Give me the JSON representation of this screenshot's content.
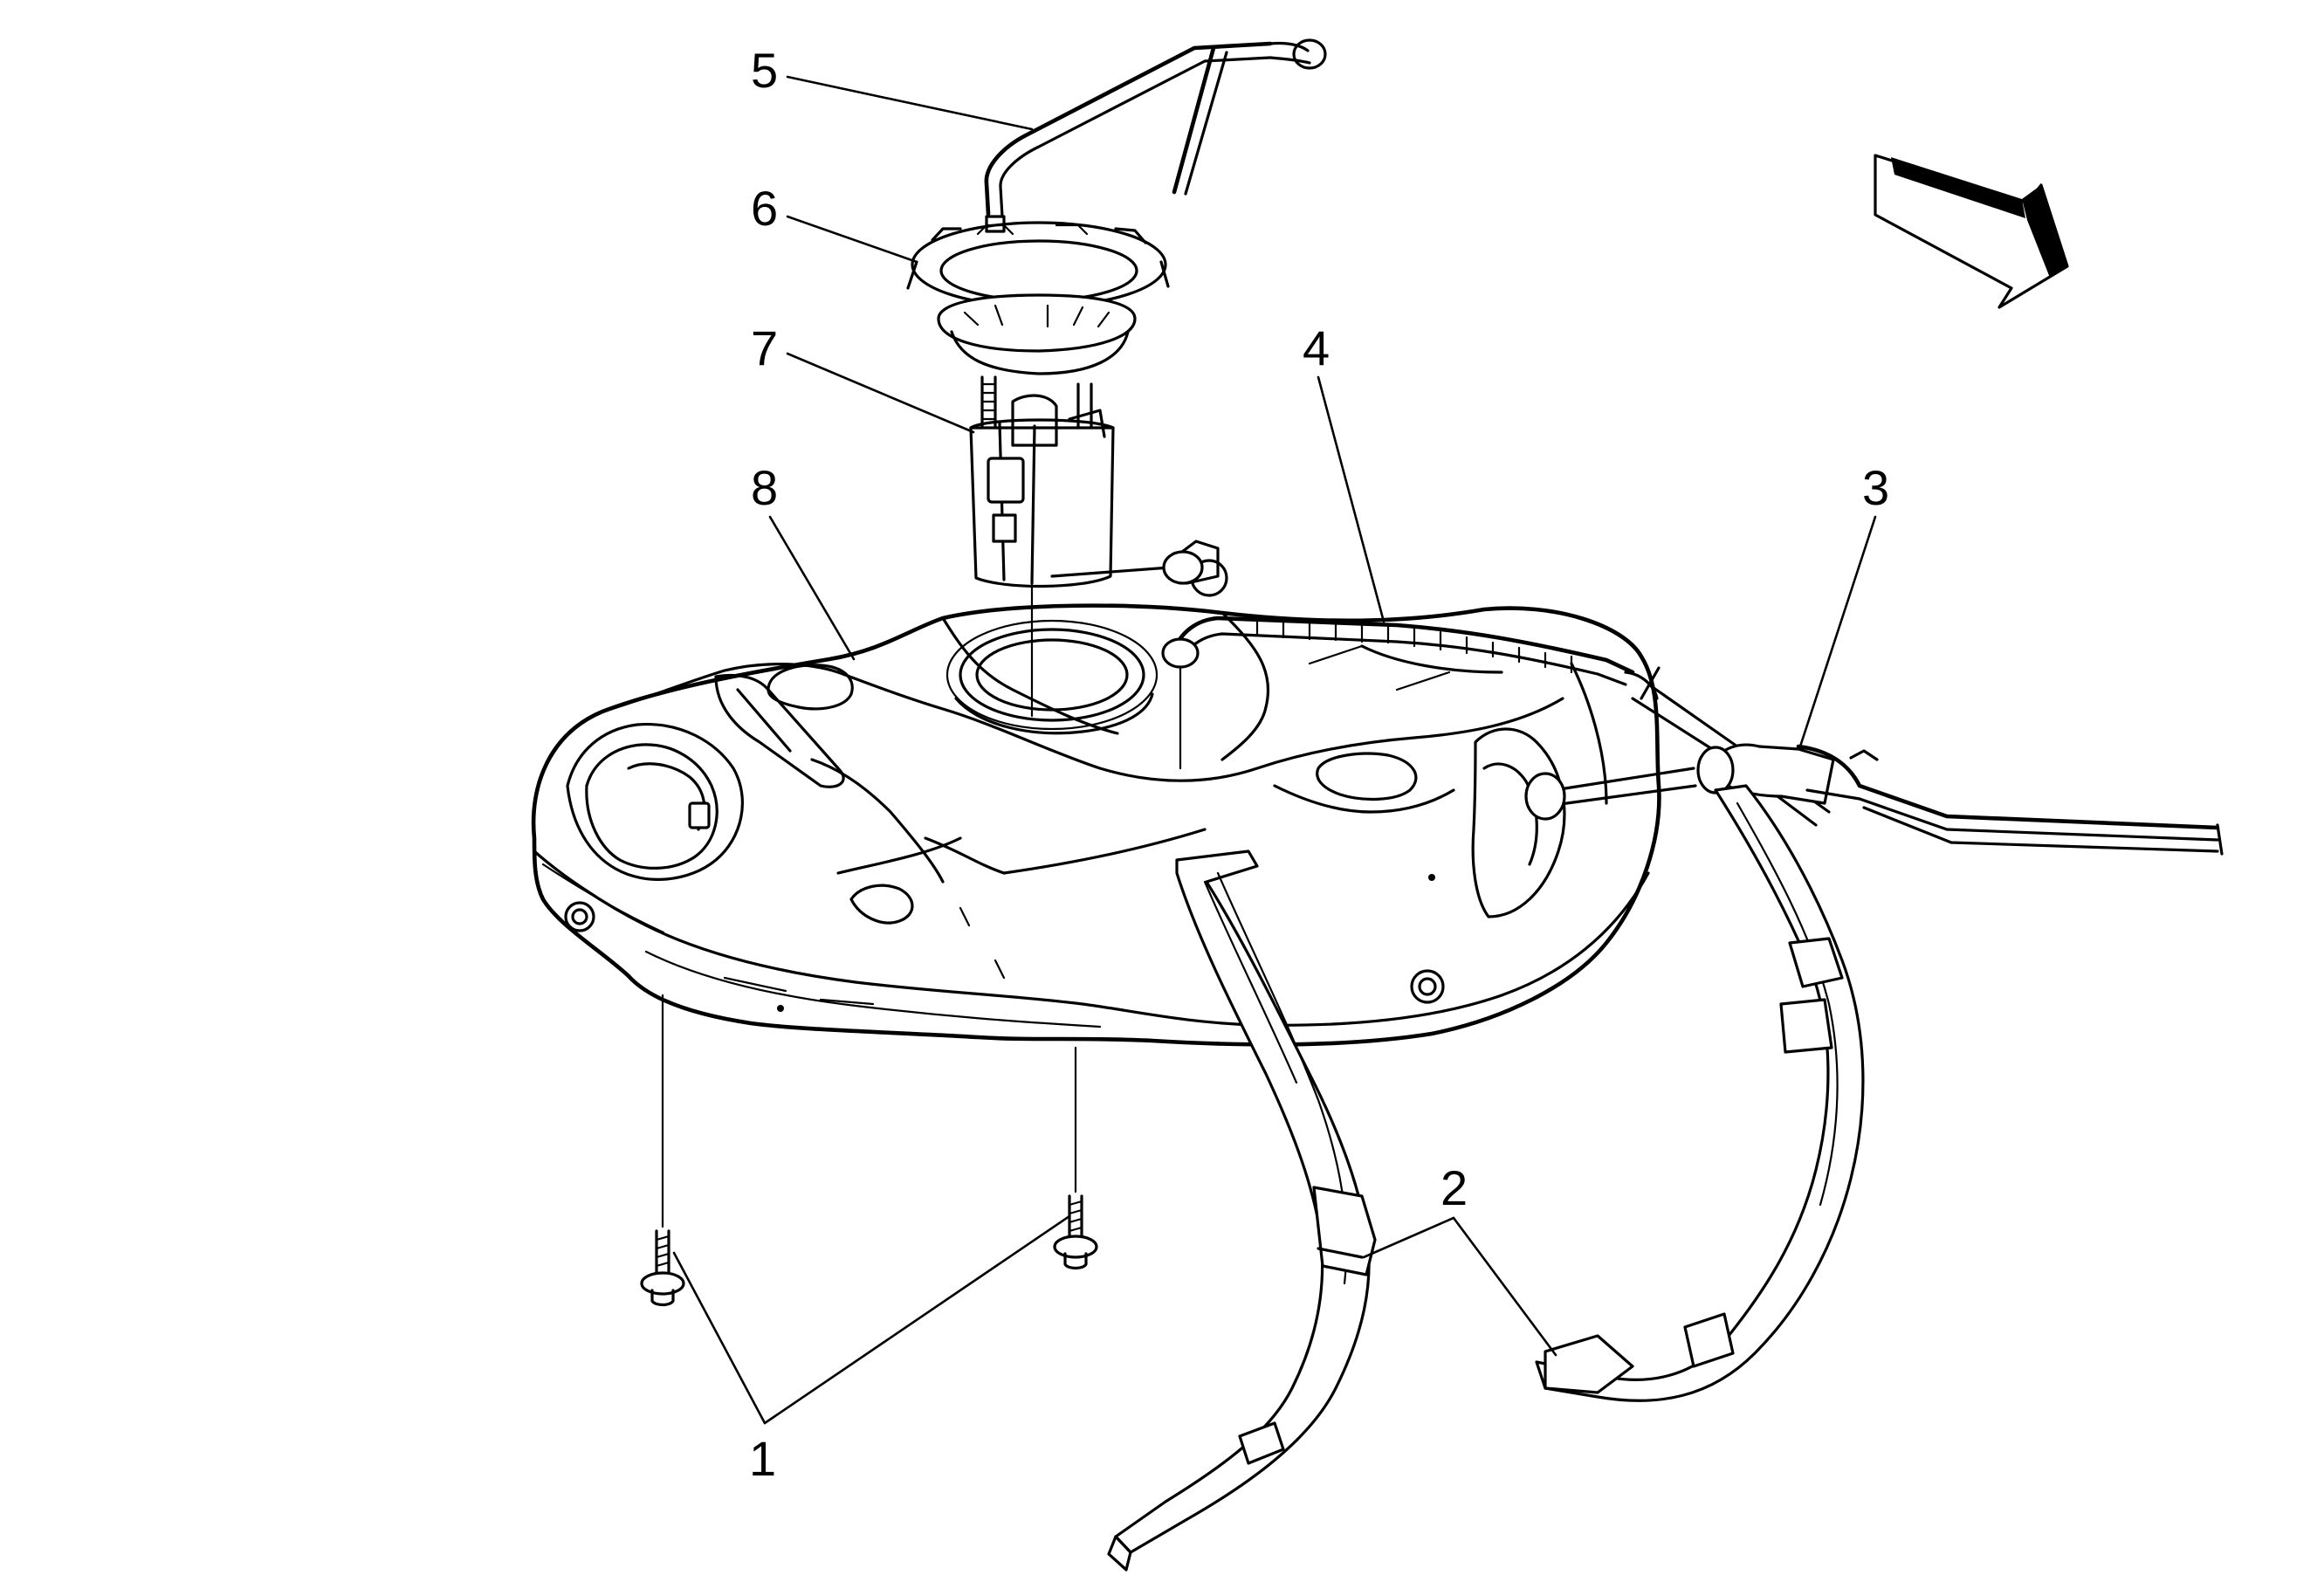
{
  "callouts": {
    "c1": "1",
    "c2": "2",
    "c3": "3",
    "c4": "4",
    "c5": "5",
    "c6": "6",
    "c7": "7",
    "c8": "8"
  },
  "colors": {
    "line": "#000000",
    "background": "#ffffff"
  },
  "icons": {
    "view_direction": "view-direction-arrow-icon"
  }
}
